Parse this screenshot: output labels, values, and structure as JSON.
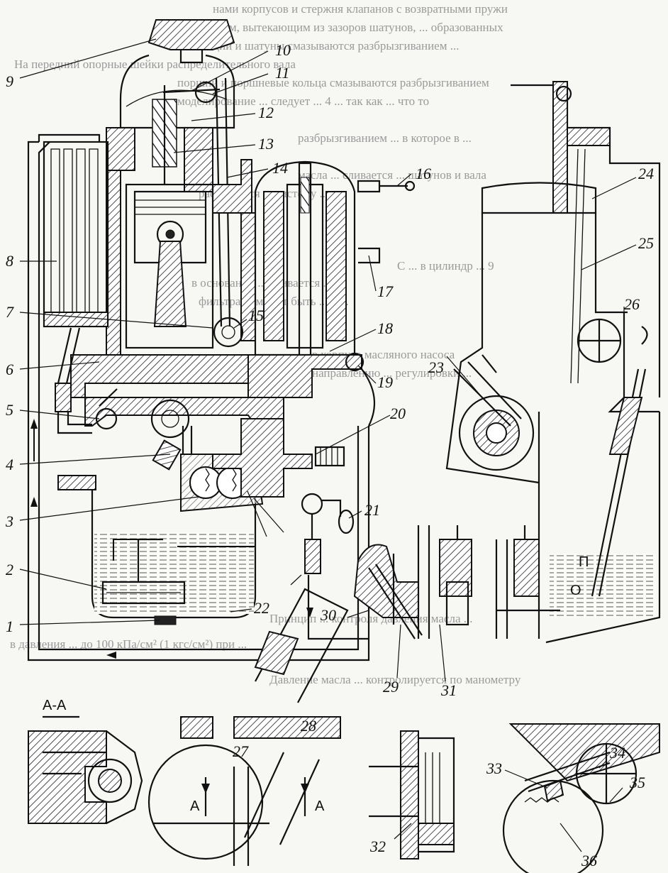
{
  "figure": {
    "background_text_lines": [
      "нами корпусов и стержня клапанов с возвратными пружи",
      "стом, вытекающим из зазоров шатунов, ... образованных",
      "ции и шатуны смазываются разбрызгиванием ...",
      "На передний опорные шейки распределительного вала",
      "поршни и поршневые кольца смазываются разбрызгиванием",
      "моделирование ... следует ... 4 ... так как ... что то",
      "разбрызгиванием ... в которое в ... ",
      "масла ... сливается ... шатунов и вала",
      "расходуется ... систему ...",
      "С ... в цилиндр ... 9",
      "в основании ... сливается ...",
      "фильтра ... может быть ... в ...",
      "в корпусе масляного насоса",
      "направлению ... регулировки ...",
      "в давления ... до 100 кПа/см² (1 кгс/см²) при ...",
      "Принцип ... контроля давления масла ...",
      "Давление масла ... контролируется по манометру"
    ],
    "callouts": [
      "1",
      "2",
      "3",
      "4",
      "5",
      "6",
      "7",
      "8",
      "9",
      "10",
      "11",
      "12",
      "13",
      "14",
      "15",
      "16",
      "17",
      "18",
      "19",
      "20",
      "21",
      "22",
      "23",
      "24",
      "25",
      "26",
      "27",
      "28",
      "29",
      "30",
      "31",
      "32",
      "33",
      "34",
      "35",
      "36"
    ],
    "section_label": "А-А",
    "section_marks": [
      "А",
      "А"
    ],
    "dipstick_marks": [
      "П",
      "О"
    ]
  }
}
